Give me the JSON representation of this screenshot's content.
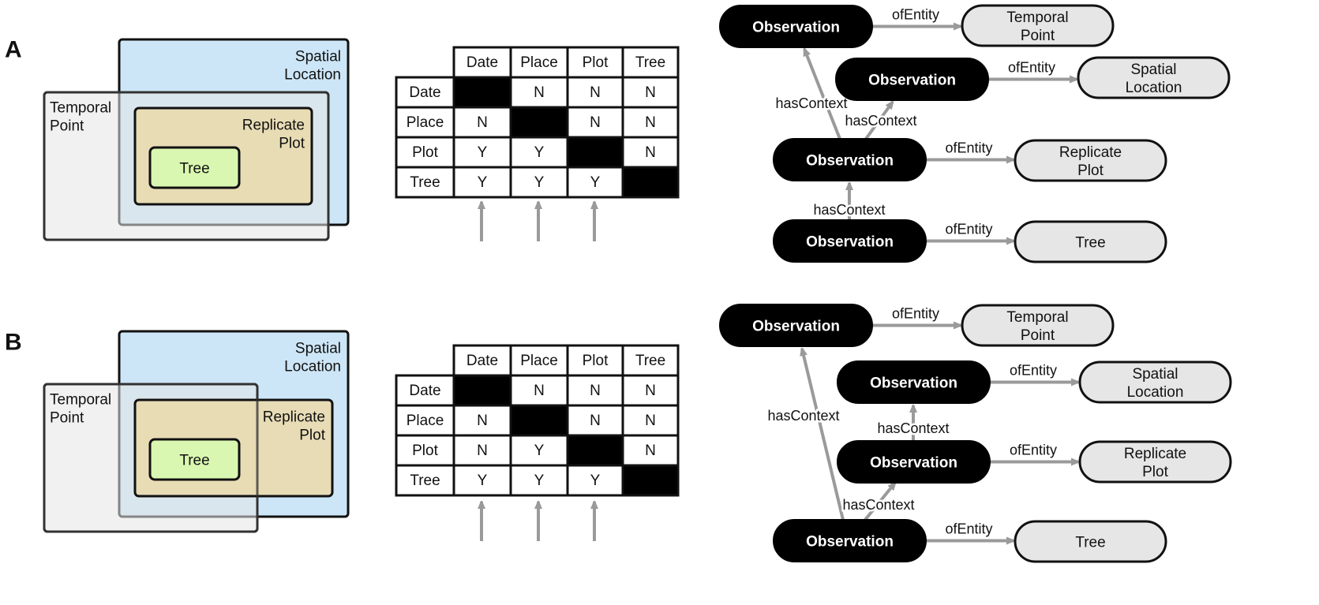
{
  "panels": [
    {
      "letter": "A",
      "venn": {
        "temporal_point": "Temporal\nPoint",
        "spatial_location": "Spatial\nLocation",
        "replicate_plot": "Replicate\nPlot",
        "tree": "Tree"
      },
      "matrix": {
        "headers": [
          "Date",
          "Place",
          "Plot",
          "Tree"
        ],
        "rows": [
          {
            "label": "Date",
            "cells": [
              "",
              "N",
              "N",
              "N"
            ]
          },
          {
            "label": "Place",
            "cells": [
              "N",
              "",
              "N",
              "N"
            ]
          },
          {
            "label": "Plot",
            "cells": [
              "Y",
              "Y",
              "",
              "N"
            ]
          },
          {
            "label": "Tree",
            "cells": [
              "Y",
              "Y",
              "Y",
              ""
            ]
          }
        ]
      },
      "graph": {
        "observations": [
          "Observation",
          "Observation",
          "Observation",
          "Observation"
        ],
        "entities": [
          "Temporal\nPoint",
          "Spatial\nLocation",
          "Replicate\nPlot",
          "Tree"
        ],
        "of_entity_label": "ofEntity",
        "has_context_labels": [
          "hasContext",
          "hasContext",
          "hasContext"
        ]
      }
    },
    {
      "letter": "B",
      "venn": {
        "temporal_point": "Temporal\nPoint",
        "spatial_location": "Spatial\nLocation",
        "replicate_plot": "Replicate\nPlot",
        "tree": "Tree"
      },
      "matrix": {
        "headers": [
          "Date",
          "Place",
          "Plot",
          "Tree"
        ],
        "rows": [
          {
            "label": "Date",
            "cells": [
              "",
              "N",
              "N",
              "N"
            ]
          },
          {
            "label": "Place",
            "cells": [
              "N",
              "",
              "N",
              "N"
            ]
          },
          {
            "label": "Plot",
            "cells": [
              "N",
              "Y",
              "",
              "N"
            ]
          },
          {
            "label": "Tree",
            "cells": [
              "Y",
              "Y",
              "Y",
              ""
            ]
          }
        ]
      },
      "graph": {
        "observations": [
          "Observation",
          "Observation",
          "Observation",
          "Observation"
        ],
        "entities": [
          "Temporal\nPoint",
          "Spatial\nLocation",
          "Replicate\nPlot",
          "Tree"
        ],
        "of_entity_label": "ofEntity",
        "has_context_labels": [
          "hasContext",
          "hasContext",
          "hasContext"
        ]
      }
    }
  ],
  "colors": {
    "temporal_point_fill": "#e6e6e6",
    "spatial_location_fill": "#cde6f7",
    "replicate_plot_fill": "#e9dbb0",
    "tree_fill": "#d9f7b0",
    "entity_fill": "#e6e6e6",
    "observation_fill": "#000000",
    "arrow": "#9a9a9a",
    "diagonal_cell": "#000000"
  }
}
